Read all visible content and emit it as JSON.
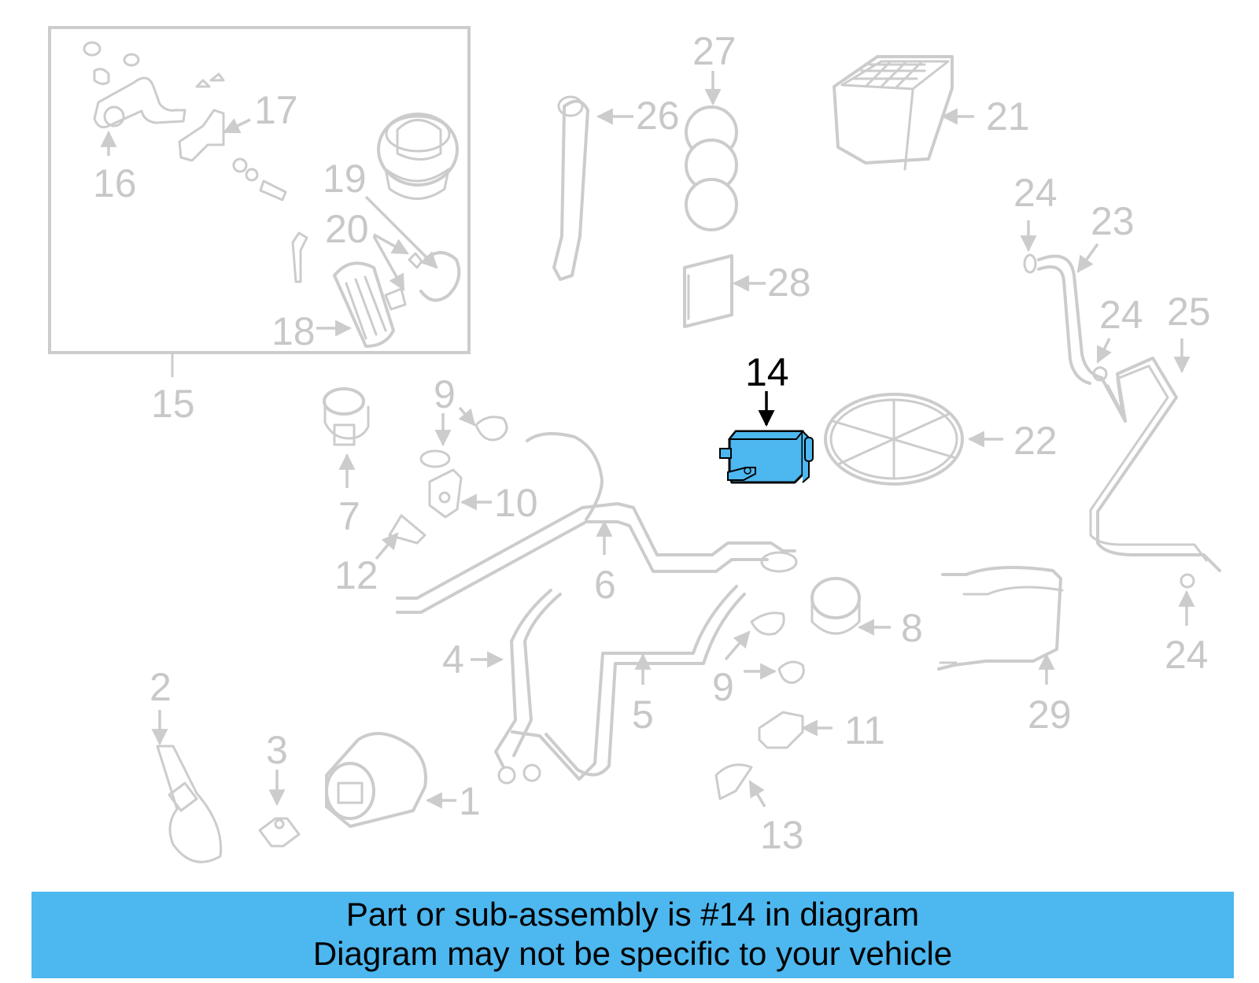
{
  "callouts": {
    "c1": "1",
    "c2": "2",
    "c3": "3",
    "c4": "4",
    "c5": "5",
    "c6": "6",
    "c7": "7",
    "c8": "8",
    "c9a": "9",
    "c9b": "9",
    "c10": "10",
    "c11": "11",
    "c12": "12",
    "c13": "13",
    "c14": "14",
    "c15": "15",
    "c16": "16",
    "c17": "17",
    "c18": "18",
    "c19": "19",
    "c20": "20",
    "c21": "21",
    "c22": "22",
    "c23": "23",
    "c24a": "24",
    "c24b": "24",
    "c24c": "24",
    "c25": "25",
    "c26": "26",
    "c27": "27",
    "c28": "28",
    "c29": "29"
  },
  "highlight": {
    "part_number": "14",
    "color": "#4db7ef"
  },
  "banner": {
    "line1": "Part or sub-assembly is #14 in diagram",
    "line2": "Diagram may not be specific to your vehicle",
    "background": "#4db7ef"
  }
}
